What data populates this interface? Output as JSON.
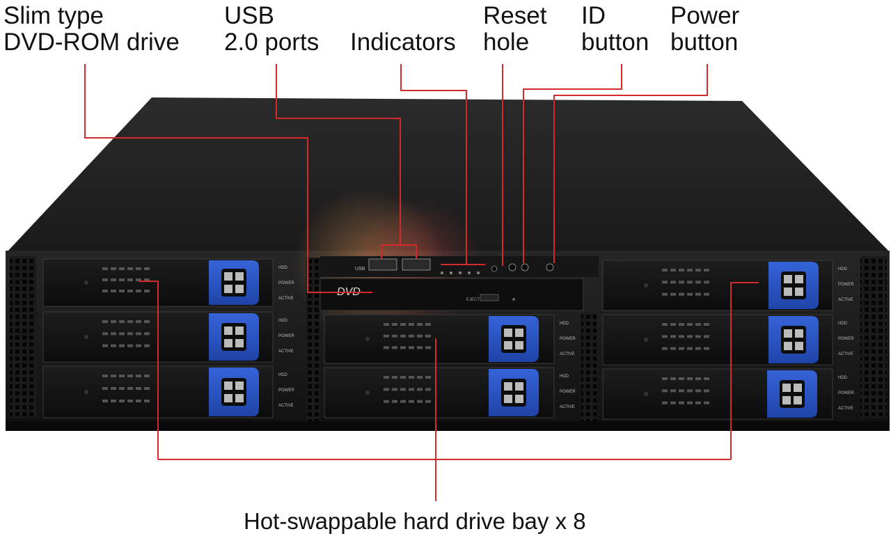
{
  "callouts": {
    "dvd_drive": [
      "Slim type",
      "DVD-ROM drive"
    ],
    "usb_ports": [
      "USB",
      "2.0 ports"
    ],
    "indicators": [
      "Indicators"
    ],
    "reset_hole": [
      "Reset",
      "hole"
    ],
    "id_button": [
      "ID",
      "button"
    ],
    "power_button": [
      "Power",
      "button"
    ],
    "drive_bays": "Hot-swappable hard drive bay x 8"
  },
  "front_panel": {
    "usb_label": "USB",
    "dvd_logo": "DVD",
    "dvd_eject": "EJECT"
  },
  "drive_bay_labels": [
    "HDD",
    "POWER",
    "ACTIVE"
  ],
  "colors": {
    "chassis": "#1b1b1b",
    "chassis_top": "#222222",
    "bay_latch": "#2a55c8",
    "callout_line": "#d42a2a",
    "text": "#111111"
  }
}
